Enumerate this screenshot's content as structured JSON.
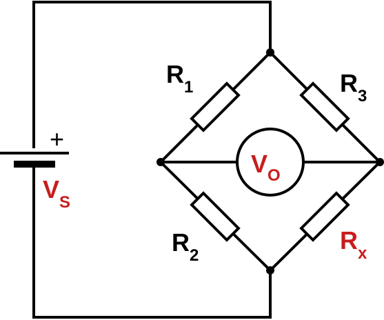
{
  "colors": {
    "wire": "#000000",
    "label_default": "#000000",
    "label_highlight": "#c81d1d"
  },
  "battery": {
    "polarity_symbol": "+",
    "label": {
      "main": "V",
      "sub": "S"
    }
  },
  "resistors": [
    {
      "id": "r1",
      "main": "R",
      "sub": "1",
      "highlight": false
    },
    {
      "id": "r2",
      "main": "R",
      "sub": "2",
      "highlight": false
    },
    {
      "id": "r3",
      "main": "R",
      "sub": "3",
      "highlight": false
    },
    {
      "id": "rx",
      "main": "R",
      "sub": "x",
      "highlight": true
    }
  ],
  "voltmeter": {
    "main": "V",
    "sub": "O",
    "highlight": true
  }
}
